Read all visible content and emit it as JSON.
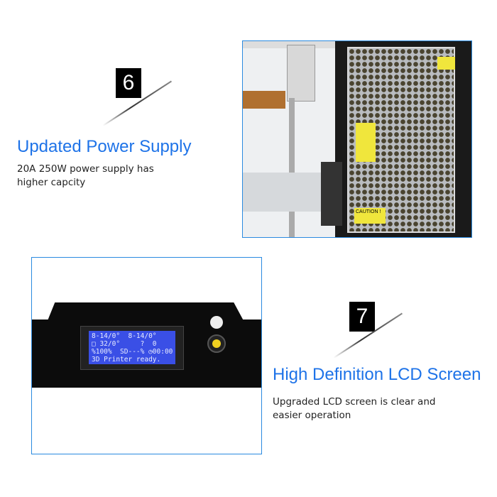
{
  "section6": {
    "number": "6",
    "title": "Updated Power Supply",
    "description_lines": [
      "20A 250W power supply has",
      "higher capcity"
    ]
  },
  "section7": {
    "number": "7",
    "title": "High Definition LCD Screen",
    "description_lines": [
      "Upgraded LCD screen is clear and",
      "easier operation"
    ]
  },
  "lcd_display": {
    "lines": [
      "8-14/0°  8-14/0°",
      "□ 32/0°     ?  0",
      "%100%  SD---% ◷00:00",
      "3D Printer ready."
    ]
  },
  "psu_label": {
    "caution": "CAUTION !"
  },
  "colors": {
    "accent": "#1e73e8",
    "frame": "#2a8ae0",
    "lcd": "#3a4fe6"
  }
}
